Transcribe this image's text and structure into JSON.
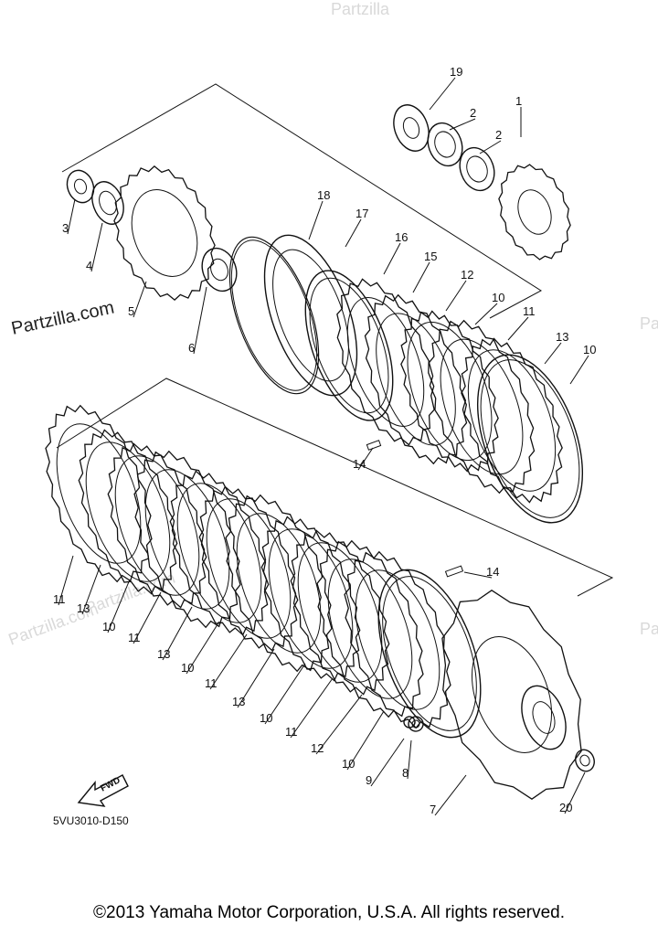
{
  "watermarks": {
    "top": "Partzilla",
    "left": "Partzilla.com",
    "mid": "Partzilla.com",
    "lower": "Partzilla.com",
    "right_top": "Pa",
    "right_bottom": "Pa"
  },
  "callouts": [
    {
      "label": "19"
    },
    {
      "label": "1"
    },
    {
      "label": "2"
    },
    {
      "label": "2"
    },
    {
      "label": "3"
    },
    {
      "label": "4"
    },
    {
      "label": "5"
    },
    {
      "label": "6"
    },
    {
      "label": "18"
    },
    {
      "label": "17"
    },
    {
      "label": "16"
    },
    {
      "label": "15"
    },
    {
      "label": "12"
    },
    {
      "label": "10"
    },
    {
      "label": "11"
    },
    {
      "label": "13"
    },
    {
      "label": "10"
    },
    {
      "label": "14"
    },
    {
      "label": "11"
    },
    {
      "label": "13"
    },
    {
      "label": "10"
    },
    {
      "label": "11"
    },
    {
      "label": "13"
    },
    {
      "label": "10"
    },
    {
      "label": "11"
    },
    {
      "label": "13"
    },
    {
      "label": "10"
    },
    {
      "label": "11"
    },
    {
      "label": "12"
    },
    {
      "label": "10"
    },
    {
      "label": "9"
    },
    {
      "label": "8"
    },
    {
      "label": "7"
    },
    {
      "label": "20"
    },
    {
      "label": "14"
    }
  ],
  "fwd_label": "FWD",
  "diagram_code": "5VU3010-D150",
  "copyright": "©2013 Yamaha Motor Corporation, U.S.A. All rights reserved."
}
